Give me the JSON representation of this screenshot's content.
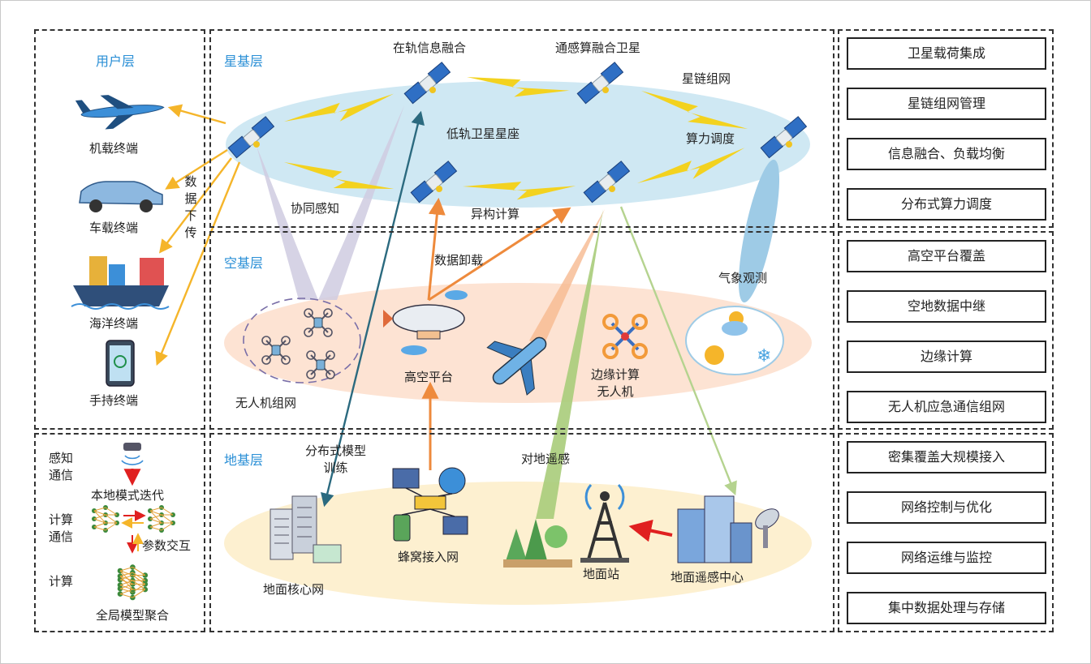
{
  "layers": {
    "user": "用户层",
    "star": "星基层",
    "air": "空基层",
    "ground": "地基层"
  },
  "user_layer": {
    "terminals": [
      "机载终端",
      "车载终端",
      "海洋终端",
      "手持终端"
    ],
    "downlink": "数据下传"
  },
  "satellite_layer": {
    "labels": {
      "onorbit_fusion": "在轨信息融合",
      "comm_sense_compute_sat": "通感算融合卫星",
      "star_link": "星链组网",
      "leo_constellation": "低轨卫星星座",
      "compute_scheduling": "算力调度",
      "cooperative_sensing": "协同感知",
      "heterogeneous_compute": "异构计算"
    }
  },
  "air_layer": {
    "labels": {
      "data_offload": "数据卸载",
      "weather": "气象观测",
      "drone_network": "无人机组网",
      "hap": "高空平台",
      "edge_drone": "边缘计算\n无人机"
    }
  },
  "ground_layer": {
    "labels": {
      "distributed_training": "分布式模型\n训练",
      "earth_sensing": "对地遥感",
      "cellular": "蜂窝接入网",
      "core_network": "地面核心网",
      "ground_station": "地面站",
      "remote_center": "地面遥感中心"
    }
  },
  "learning_panel": {
    "sense_comm": "感知\n通信",
    "compute_comm": "计算\n通信",
    "compute": "计算",
    "local_iter": "本地模式迭代",
    "param_exchange": "参数交互",
    "global_agg": "全局模型聚合"
  },
  "functions": [
    "卫星载荷集成",
    "星链组网管理",
    "信息融合、负载均衡",
    "分布式算力调度",
    "高空平台覆盖",
    "空地数据中继",
    "边缘计算",
    "无人机应急通信组网",
    "密集覆盖大规模接入",
    "网络控制与优化",
    "网络运维与监控",
    "集中数据处理与存储"
  ],
  "colors": {
    "layer_title": "#2a8fd6",
    "star_ellipse": "#cfe8f3",
    "air_ellipse": "#fde3d3",
    "ground_ellipse": "#fdf0d0",
    "lightning": "#f3d21f",
    "downlink_arrow": "#f5b52a",
    "offload_arrow": "#ee8a3c",
    "training_arrow": "#2b6a7f",
    "sensing_beam": "#a8cc7a"
  }
}
